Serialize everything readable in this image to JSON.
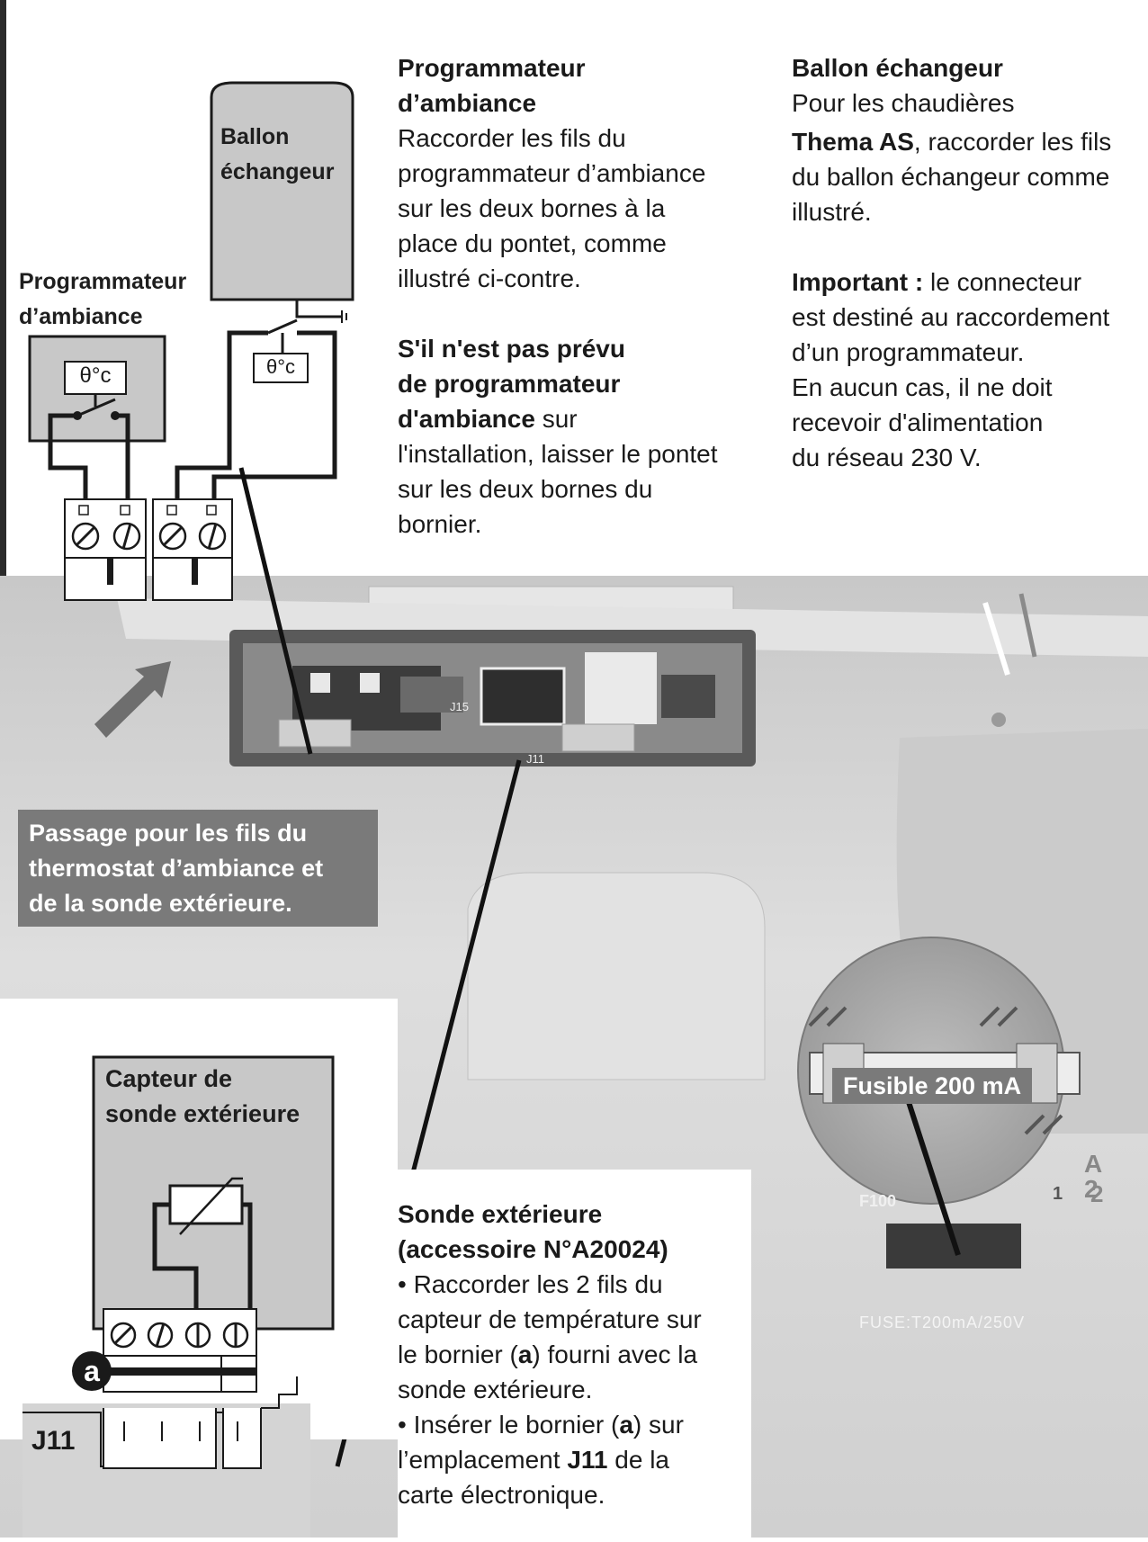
{
  "diagram_top": {
    "ballon_label_1": "Ballon",
    "ballon_label_2": "échangeur",
    "prog_label_1": "Programmateur",
    "prog_label_2": "d’ambiance",
    "thermo_symbol": "θ°c"
  },
  "col1": {
    "title_1": "Programmateur",
    "title_2": "d’ambiance",
    "body": [
      "Raccorder les fils du",
      "programmateur d’ambiance",
      "sur les deux bornes à la",
      "place du pontet, comme",
      "illustré ci-contre."
    ],
    "sub_title_1": "S'il n'est pas prévu",
    "sub_title_2": "de programmateur",
    "sub_title_3_bold": "d'ambiance",
    "sub_title_3_rest": " sur",
    "sub_body": [
      "l'installation, laisser le pontet",
      "sur les deux bornes du",
      "bornier."
    ]
  },
  "col2": {
    "title": "Ballon échangeur",
    "line1": "Pour les chaudières",
    "line2_bold": "Thema AS",
    "line2_rest": ", raccorder les fils",
    "line3": "du ballon échangeur comme",
    "line4": "illustré.",
    "important_bold": "Important :",
    "important_rest": " le connecteur",
    "important_lines": [
      "est destiné au raccordement",
      "d’un programmateur.",
      "En aucun cas, il ne doit",
      "recevoir d'alimentation",
      "du réseau 230 V."
    ]
  },
  "banner": {
    "lines": [
      "Passage pour les fils du",
      "thermostat d’ambiance et",
      "de la sonde extérieure."
    ]
  },
  "capteur": {
    "title_1": "Capteur de",
    "title_2": "sonde extérieure",
    "marker": "a",
    "connector": "J11"
  },
  "sonde": {
    "title_1": "Sonde extérieure",
    "title_2": "(accessoire N°A20024)",
    "b1_lines": [
      "• Raccorder les 2 fils du",
      "capteur de température sur"
    ],
    "b1_l3_pre": "le bornier (",
    "b1_l3_bold": "a",
    "b1_l3_post": ") fourni avec la",
    "b1_l4": "sonde extérieure.",
    "b2_l1_pre": "• Insérer le bornier (",
    "b2_l1_bold": "a",
    "b2_l1_post": ") sur",
    "b2_l2_pre": "l’emplacement ",
    "b2_l2_bold": "J11",
    "b2_l2_post": " de la",
    "b2_l3": "carte électronique."
  },
  "fuse": {
    "label": "Fusible 200 mA",
    "f100": "F100",
    "fuse_text": "FUSE:T200mA/250V",
    "a2": "A 2",
    "num1": "1",
    "num2": "2"
  },
  "board_marks": {
    "j15": "J15",
    "j11": "J11"
  }
}
